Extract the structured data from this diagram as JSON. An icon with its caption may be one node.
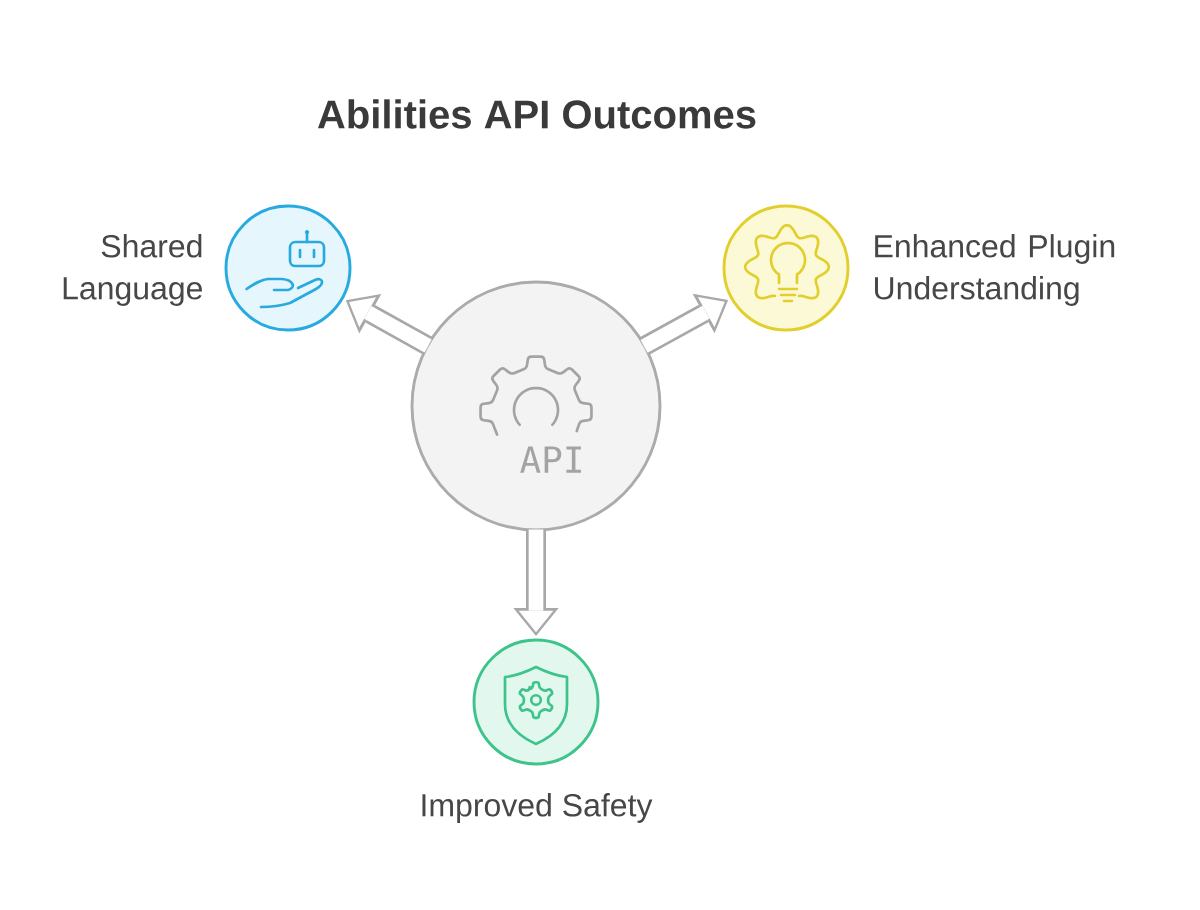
{
  "diagram": {
    "title": "Abilities API Outcomes",
    "nodes": [
      {
        "text": [
          "API"
        ]
      },
      {
        "text": [
          "Shared Language"
        ]
      },
      {
        "text": [
          "Enhanced Plugin Understanding"
        ]
      },
      {
        "text": [
          "Improved Safety"
        ]
      }
    ],
    "edges": [
      {
        "from": 0,
        "to": 1,
        "arrow": "to"
      },
      {
        "from": 0,
        "to": 2,
        "arrow": "to"
      },
      {
        "from": 0,
        "to": 3,
        "arrow": "to"
      }
    ]
  }
}
